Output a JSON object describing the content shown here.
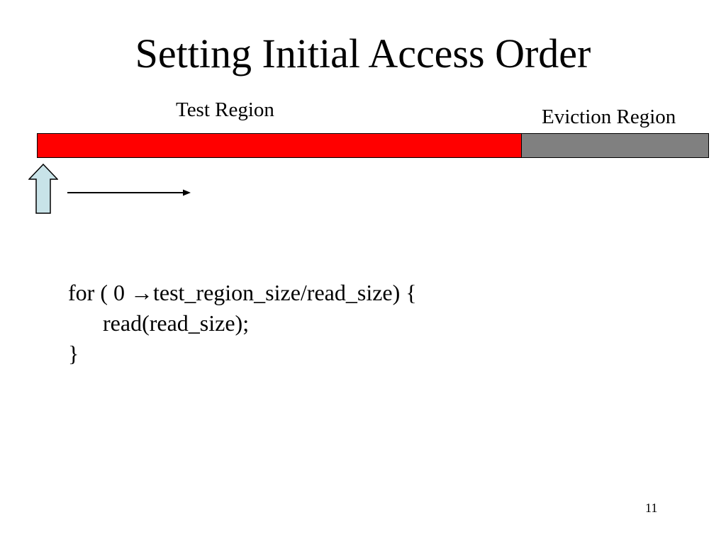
{
  "slide": {
    "title": "Setting Initial Access Order",
    "page_number": "11"
  },
  "diagram": {
    "regions": [
      {
        "label": "Test Region",
        "color": "#ff0000",
        "fraction": 0.722
      },
      {
        "label": "Eviction Region",
        "color": "#808080",
        "fraction": 0.278
      }
    ],
    "pointer": {
      "icon": "up-arrow-icon",
      "fill": "#c8e3e8"
    },
    "direction": {
      "icon": "right-arrow-icon"
    }
  },
  "code": {
    "lines": [
      "for ( 0 →test_region_size/read_size) {",
      "read(read_size);",
      "}"
    ]
  }
}
